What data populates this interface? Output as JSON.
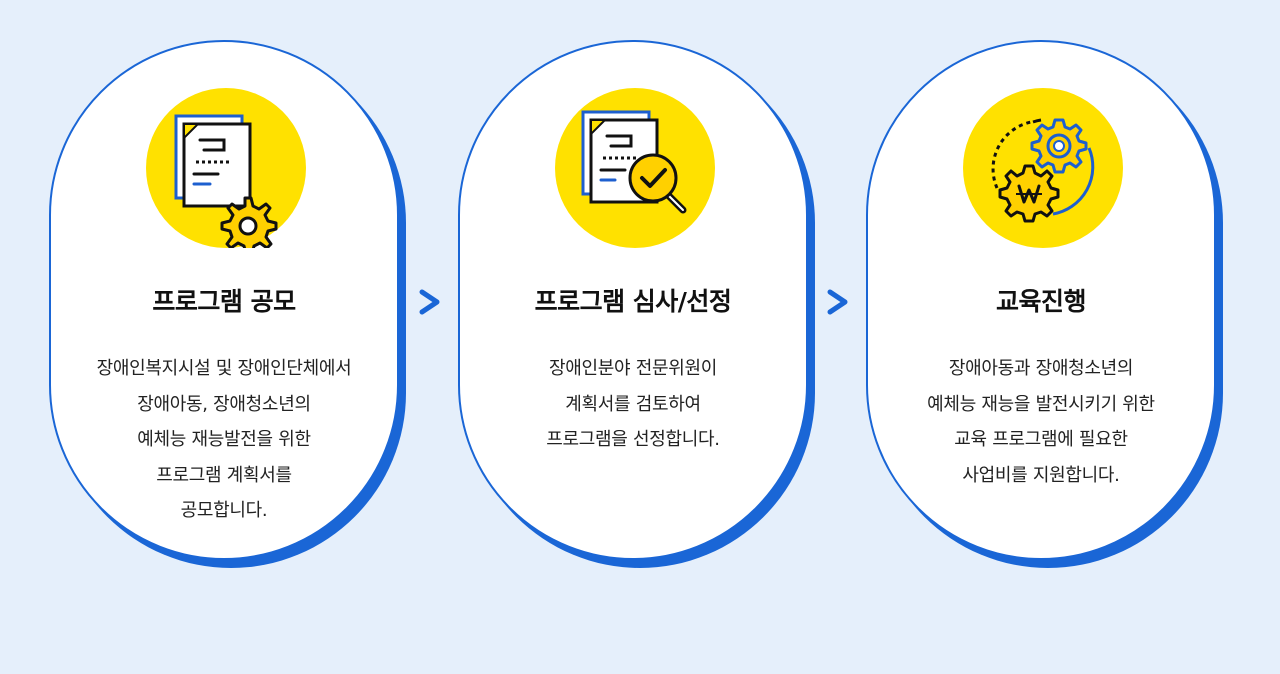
{
  "steps": [
    {
      "icon": "document-gear-icon",
      "title": "프로그램 공모",
      "lines": [
        "장애인복지시설 및 장애인단체에서",
        "장애아동, 장애청소년의",
        "예체능 재능발전을 위한",
        "프로그램 계획서를",
        "공모합니다."
      ]
    },
    {
      "icon": "document-search-icon",
      "title": "프로그램 심사/선정",
      "lines": [
        "장애인분야 전문위원이",
        "계획서를 검토하여",
        "프로그램을 선정합니다."
      ]
    },
    {
      "icon": "gears-won-icon",
      "title": "교육진행",
      "lines": [
        "장애아동과 장애청소년의",
        "예체능 재능을 발전시키기 위한",
        "교육 프로그램에 필요한",
        "사업비를 지원합니다."
      ]
    }
  ],
  "colors": {
    "background": "#e5effb",
    "card_border": "#1a66d6",
    "icon_circle": "#ffe100",
    "arrow": "#1a66d6",
    "text": "#222222"
  }
}
